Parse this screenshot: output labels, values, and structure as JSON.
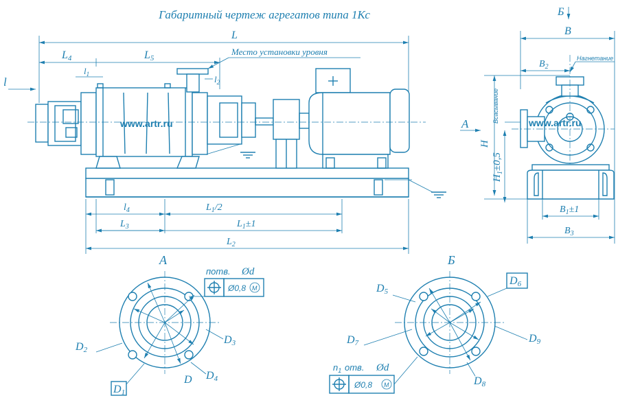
{
  "title": "Габаритный чертеж агрегатов типа 1Кс",
  "watermark": "www.artr.ru",
  "colors": {
    "line": "#1e7fb0",
    "background": "#ffffff"
  },
  "main_view": {
    "level_place": "Место установки уровня",
    "dims": {
      "L": "L",
      "L4": "L",
      "L4_sub": "4",
      "L5": "L",
      "L5_sub": "5",
      "l": "l",
      "l1": "l",
      "l1_sub": "1",
      "l2": "l",
      "l2_sub": "2",
      "l3": "l",
      "l3_sub": "3",
      "bl4": "l",
      "bl4_sub": "4",
      "bL1half": "L",
      "bL1half_sub": "1",
      "bL1half_suffix": "/2",
      "bL3": "L",
      "bL3_sub": "3",
      "bL1tol": "L",
      "bL1tol_sub": "1",
      "bL1tol_suffix": "±1",
      "bL2": "L",
      "bL2_sub": "2"
    }
  },
  "side_view": {
    "view_label": "Б",
    "nagnetanie": "Нагнетание",
    "vsasyvanie": "Всасывание",
    "A": "А",
    "B": "B",
    "B2": "B",
    "B2_sub": "2",
    "B1": "B",
    "B1_sub": "1",
    "B1_suffix": "±1",
    "B3": "B",
    "B3_sub": "3",
    "H": "H",
    "H1": "H",
    "H1_sub": "1",
    "H1_suffix": "±0,5"
  },
  "flange_a": {
    "label": "А",
    "holes_text": "потв.",
    "d_text": "Ød",
    "tolerance": "Ø0,8",
    "m": "M",
    "D1": "D",
    "D1_sub": "1",
    "D2": "D",
    "D2_sub": "2",
    "D3": "D",
    "D3_sub": "3",
    "D4": "D",
    "D4_sub": "4",
    "D": "D"
  },
  "flange_b": {
    "label": "Б",
    "holes_text": "отв.",
    "n": "n",
    "n_sub": "1",
    "d_text": "Ød",
    "tolerance": "Ø0,8",
    "m": "M",
    "D5": "D",
    "D5_sub": "5",
    "D6": "D",
    "D6_sub": "6",
    "D7": "D",
    "D7_sub": "7",
    "D8": "D",
    "D8_sub": "8",
    "D9": "D",
    "D9_sub": "9"
  }
}
